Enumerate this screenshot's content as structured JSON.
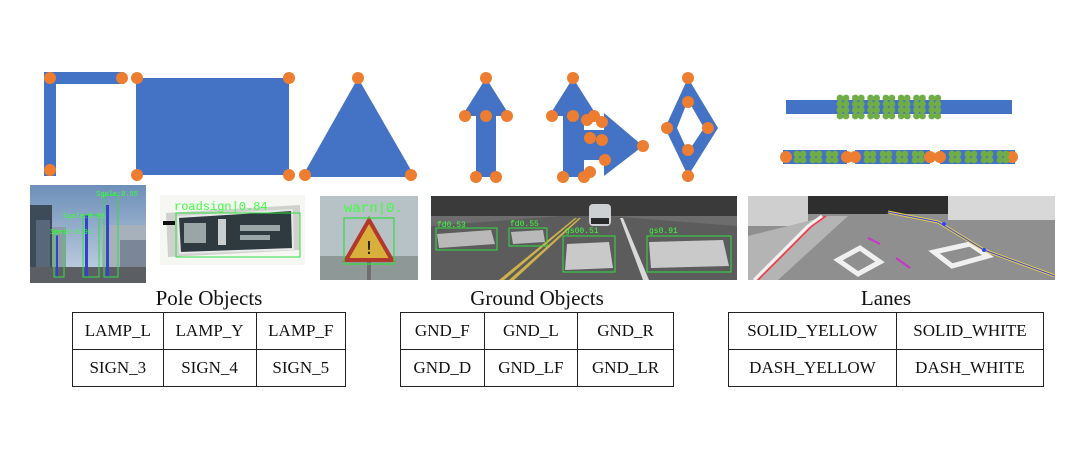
{
  "colors": {
    "shape_fill": "#4472C4",
    "keypoint": "#ED7D31",
    "lane_point": "#70AD47",
    "box": "#33dd44"
  },
  "shape_icons": [
    "corner-shape",
    "rectangle-shape",
    "triangle-shape",
    "straight-arrow-shape",
    "straight-right-arrow-shape",
    "diamond-shape",
    "solid-lane-shape",
    "dashed-lane-shape"
  ],
  "photos": {
    "pole": {
      "labels": [
        "Sgole:0.95",
        "Sgole:0.98",
        "Sgole:0.91"
      ]
    },
    "roadsign": {
      "label": "roadsign|0.84"
    },
    "warn": {
      "label": "warn|0."
    },
    "ground": {
      "labels": [
        "fd0.53",
        "fd0.55",
        "gs00.51",
        "gs0.91"
      ]
    }
  },
  "sections": {
    "pole": {
      "title": "Pole Objects",
      "rows": [
        [
          "LAMP_L",
          "LAMP_Y",
          "LAMP_F"
        ],
        [
          "SIGN_3",
          "SIGN_4",
          "SIGN_5"
        ]
      ]
    },
    "ground": {
      "title": "Ground Objects",
      "rows": [
        [
          "GND_F",
          "GND_L",
          "GND_R"
        ],
        [
          "GND_D",
          "GND_LF",
          "GND_LR"
        ]
      ]
    },
    "lanes": {
      "title": "Lanes",
      "rows": [
        [
          "SOLID_YELLOW",
          "SOLID_WHITE"
        ],
        [
          "DASH_YELLOW",
          "DASH_WHITE"
        ]
      ]
    }
  }
}
